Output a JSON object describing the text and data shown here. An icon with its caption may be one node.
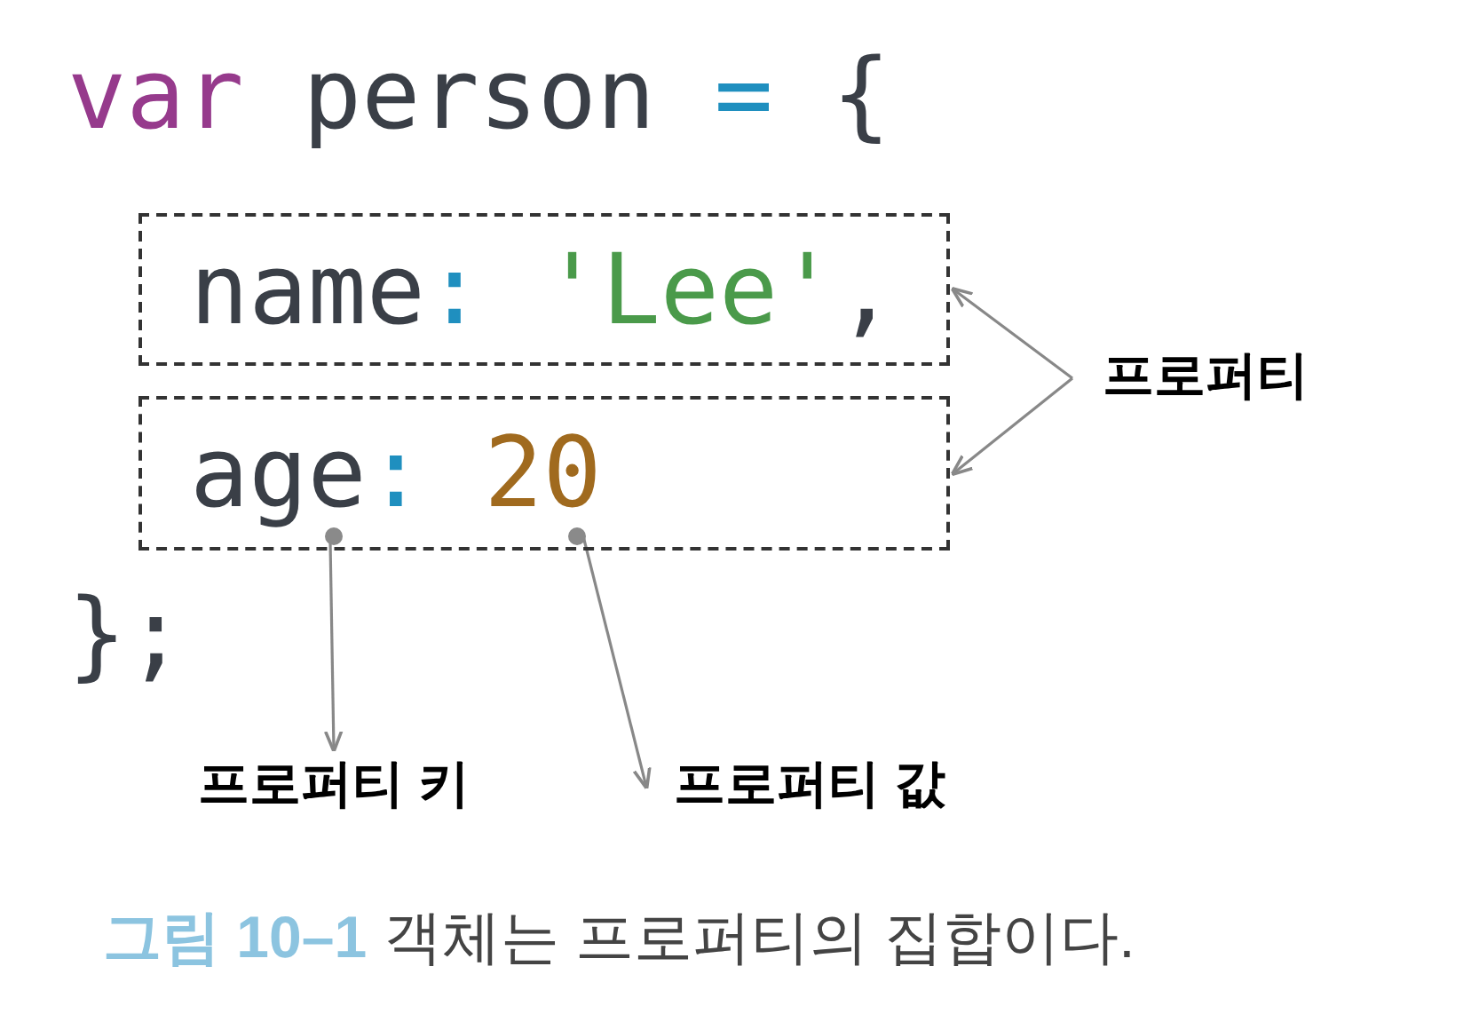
{
  "diagram": {
    "caption": "**그림 10–1** 객체는 프로퍼티의 집합이다.",
    "nodes": [
      {
        "text": [
          "name: 'Lee',"
        ]
      },
      {
        "text": [
          "age: 20"
        ]
      },
      {
        "text": [],
        "shape": "circle",
        "in": 1
      },
      {
        "text": [],
        "shape": "circle",
        "in": 1
      },
      {
        "text": [
          "프로퍼티"
        ]
      },
      {
        "text": [
          "프로퍼티 키"
        ]
      },
      {
        "text": [
          "프로퍼티 값"
        ]
      }
    ],
    "edges": [
      {
        "from": 4,
        "to": 0,
        "arrow": "to"
      },
      {
        "from": 4,
        "to": 1,
        "arrow": "to"
      },
      {
        "from": 2,
        "to": 5,
        "arrow": "to"
      },
      {
        "from": 3,
        "to": 6,
        "arrow": "to"
      }
    ],
    "labels": [
      "var person = {",
      "};"
    ]
  }
}
